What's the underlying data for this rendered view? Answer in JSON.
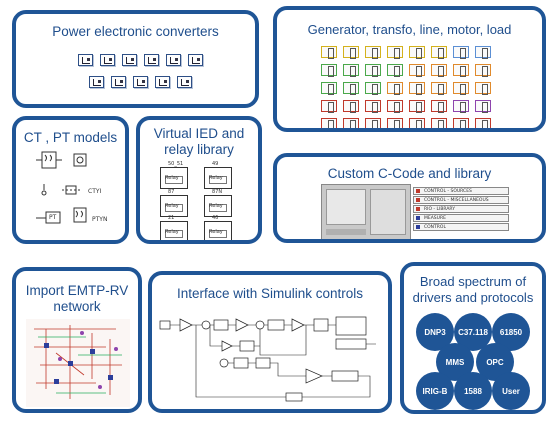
{
  "panels": {
    "power_electronics": {
      "title": "Power electronic converters"
    },
    "generator": {
      "title": "Generator, transfo, line, motor, load"
    },
    "ct_pt": {
      "title": "CT , PT models",
      "labels": [
        "CTYI",
        "PTYN",
        "PT"
      ]
    },
    "virtual_ied": {
      "title_line1": "Virtual IED and",
      "title_line2": "relay library",
      "relays": [
        {
          "name": "50_51",
          "tag": "Relay"
        },
        {
          "name": "49",
          "tag": "Relay"
        },
        {
          "name": "87",
          "tag": "Relay"
        },
        {
          "name": "87N",
          "tag": "Relay"
        },
        {
          "name": "21",
          "tag": "Relay"
        },
        {
          "name": "46",
          "tag": "Relay"
        }
      ]
    },
    "custom_c": {
      "title": "Custom C-Code and library",
      "library_items": [
        {
          "label": "CONTROL - SOURCES",
          "color": "#c0392b"
        },
        {
          "label": "CONTROL - MISCELLANEOUS",
          "color": "#c0392b"
        },
        {
          "label": "RIO - LIBRARY",
          "color": "#c0392b"
        },
        {
          "label": "MEASURE",
          "color": "#2c3e9b"
        },
        {
          "label": "CONTROL",
          "color": "#2c3e9b"
        }
      ]
    },
    "import_emtp": {
      "title_line1": "Import EMTP-RV",
      "title_line2": "network"
    },
    "simulink": {
      "title": "Interface with Simulink controls"
    },
    "drivers": {
      "title_line1": "Broad spectrum of",
      "title_line2": "drivers and protocols",
      "protocols": [
        "DNP3",
        "C37.118",
        "61850",
        "MMS",
        "OPC",
        "IRIG-B",
        "1588",
        "User"
      ]
    }
  },
  "colors": {
    "panel_border": "#1f5596",
    "title_text": "#1f4e8c",
    "bubble_fill": "#1f5596"
  }
}
